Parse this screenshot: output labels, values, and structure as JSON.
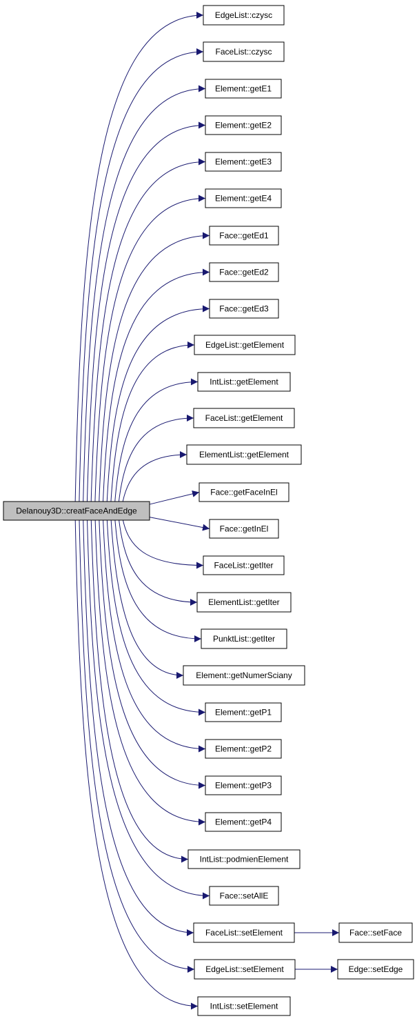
{
  "diagram": {
    "colors": {
      "edge": "#191970",
      "node_border": "#000000",
      "root_fill": "#bfbfbf",
      "node_fill": "#ffffff"
    },
    "root": {
      "id": "root",
      "label": "Delanouy3D::creatFaceAndEdge"
    },
    "nodes": [
      {
        "id": "n1",
        "label": "EdgeList::czysc"
      },
      {
        "id": "n2",
        "label": "FaceList::czysc"
      },
      {
        "id": "n3",
        "label": "Element::getE1"
      },
      {
        "id": "n4",
        "label": "Element::getE2"
      },
      {
        "id": "n5",
        "label": "Element::getE3"
      },
      {
        "id": "n6",
        "label": "Element::getE4"
      },
      {
        "id": "n7",
        "label": "Face::getEd1"
      },
      {
        "id": "n8",
        "label": "Face::getEd2"
      },
      {
        "id": "n9",
        "label": "Face::getEd3"
      },
      {
        "id": "n10",
        "label": "EdgeList::getElement"
      },
      {
        "id": "n11",
        "label": "IntList::getElement"
      },
      {
        "id": "n12",
        "label": "FaceList::getElement"
      },
      {
        "id": "n13",
        "label": "ElementList::getElement"
      },
      {
        "id": "n14",
        "label": "Face::getFaceInEl"
      },
      {
        "id": "n15",
        "label": "Face::getInEl"
      },
      {
        "id": "n16",
        "label": "FaceList::getIter"
      },
      {
        "id": "n17",
        "label": "ElementList::getIter"
      },
      {
        "id": "n18",
        "label": "PunktList::getIter"
      },
      {
        "id": "n19",
        "label": "Element::getNumerSciany"
      },
      {
        "id": "n20",
        "label": "Element::getP1"
      },
      {
        "id": "n21",
        "label": "Element::getP2"
      },
      {
        "id": "n22",
        "label": "Element::getP3"
      },
      {
        "id": "n23",
        "label": "Element::getP4"
      },
      {
        "id": "n24",
        "label": "IntList::podmienElement"
      },
      {
        "id": "n25",
        "label": "Face::setAllE"
      },
      {
        "id": "n26",
        "label": "FaceList::setElement"
      },
      {
        "id": "n27",
        "label": "EdgeList::setElement"
      },
      {
        "id": "n28",
        "label": "IntList::setElement"
      },
      {
        "id": "n29",
        "label": "Face::setFace"
      },
      {
        "id": "n30",
        "label": "Edge::setEdge"
      }
    ],
    "edges": [
      {
        "from": "root",
        "to": "n1"
      },
      {
        "from": "root",
        "to": "n2"
      },
      {
        "from": "root",
        "to": "n3"
      },
      {
        "from": "root",
        "to": "n4"
      },
      {
        "from": "root",
        "to": "n5"
      },
      {
        "from": "root",
        "to": "n6"
      },
      {
        "from": "root",
        "to": "n7"
      },
      {
        "from": "root",
        "to": "n8"
      },
      {
        "from": "root",
        "to": "n9"
      },
      {
        "from": "root",
        "to": "n10"
      },
      {
        "from": "root",
        "to": "n11"
      },
      {
        "from": "root",
        "to": "n12"
      },
      {
        "from": "root",
        "to": "n13"
      },
      {
        "from": "root",
        "to": "n14"
      },
      {
        "from": "root",
        "to": "n15"
      },
      {
        "from": "root",
        "to": "n16"
      },
      {
        "from": "root",
        "to": "n17"
      },
      {
        "from": "root",
        "to": "n18"
      },
      {
        "from": "root",
        "to": "n19"
      },
      {
        "from": "root",
        "to": "n20"
      },
      {
        "from": "root",
        "to": "n21"
      },
      {
        "from": "root",
        "to": "n22"
      },
      {
        "from": "root",
        "to": "n23"
      },
      {
        "from": "root",
        "to": "n24"
      },
      {
        "from": "root",
        "to": "n25"
      },
      {
        "from": "root",
        "to": "n26"
      },
      {
        "from": "root",
        "to": "n27"
      },
      {
        "from": "root",
        "to": "n28"
      },
      {
        "from": "n26",
        "to": "n29"
      },
      {
        "from": "n27",
        "to": "n30"
      }
    ]
  }
}
